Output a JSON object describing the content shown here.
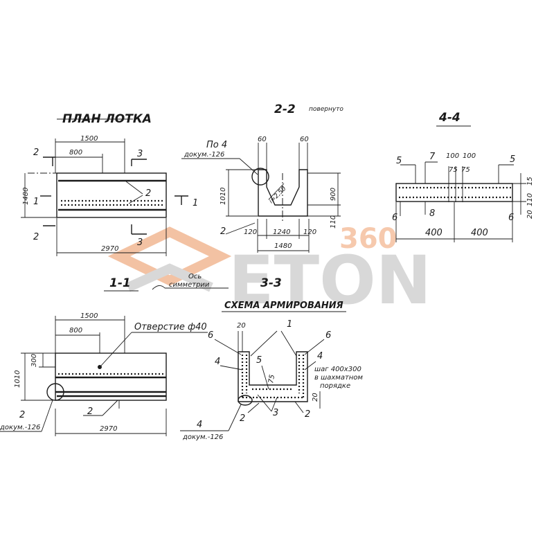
{
  "titles": {
    "plan": "ПЛАН ЛОТКА",
    "sec22": "2-2",
    "sec22_note": "повернуто",
    "sec44": "4-4",
    "sec11": "1-1",
    "sec33": "3-3",
    "axis_line1": "Ось",
    "axis_line2": "симметрии",
    "reinf": "СХЕМА АРМИРОВАНИЯ"
  },
  "plan": {
    "d_1500": "1500",
    "d_800": "800",
    "d_1480": "1480",
    "d_2970": "2970",
    "cut2": "2",
    "cut3": "3",
    "cut1": "1",
    "mark2": "2"
  },
  "sec22": {
    "ref_top": "По 4",
    "ref_doc": "докум.-126",
    "d60a": "60",
    "d60b": "60",
    "d1010": "1010",
    "d900": "900",
    "slope": "i=2,50",
    "d110": "110",
    "d120a": "120",
    "d1240": "1240",
    "d120b": "120",
    "d1480": "1480",
    "mark2": "2"
  },
  "sec44": {
    "m5a": "5",
    "m7": "7",
    "d100a": "100",
    "d100b": "100",
    "m5b": "5",
    "d75a": "75",
    "d75b": "75",
    "d15": "15",
    "d110": "110",
    "d20": "20",
    "m6a": "6",
    "m8": "8",
    "m6b": "6",
    "d400a": "400",
    "d400b": "400"
  },
  "sec11": {
    "d1500": "1500",
    "d800": "800",
    "hole": "Отверстие ф40",
    "d300": "300",
    "d1010": "1010",
    "d2970": "2970",
    "m2a": "2",
    "doc": "докум.-126",
    "m2b": "2"
  },
  "sec33": {
    "m6a": "6",
    "d20": "20",
    "m1": "1",
    "m6b": "6",
    "m4a": "4",
    "m5": "5",
    "d75": "75",
    "m4b": "4",
    "step": "шаг 400х300",
    "step2": "в шахматном",
    "step3": "порядке",
    "d20b": "20",
    "m2a": "2",
    "m3": "3",
    "m2b": "2",
    "m4c": "4",
    "doc": "докум.-126"
  },
  "watermark": {
    "brand": "ETON",
    "num": "360"
  },
  "colors": {
    "ink": "#1a1a1a",
    "watermark_grey": "#d8d8d8",
    "watermark_orange": "#f6c9ad"
  }
}
